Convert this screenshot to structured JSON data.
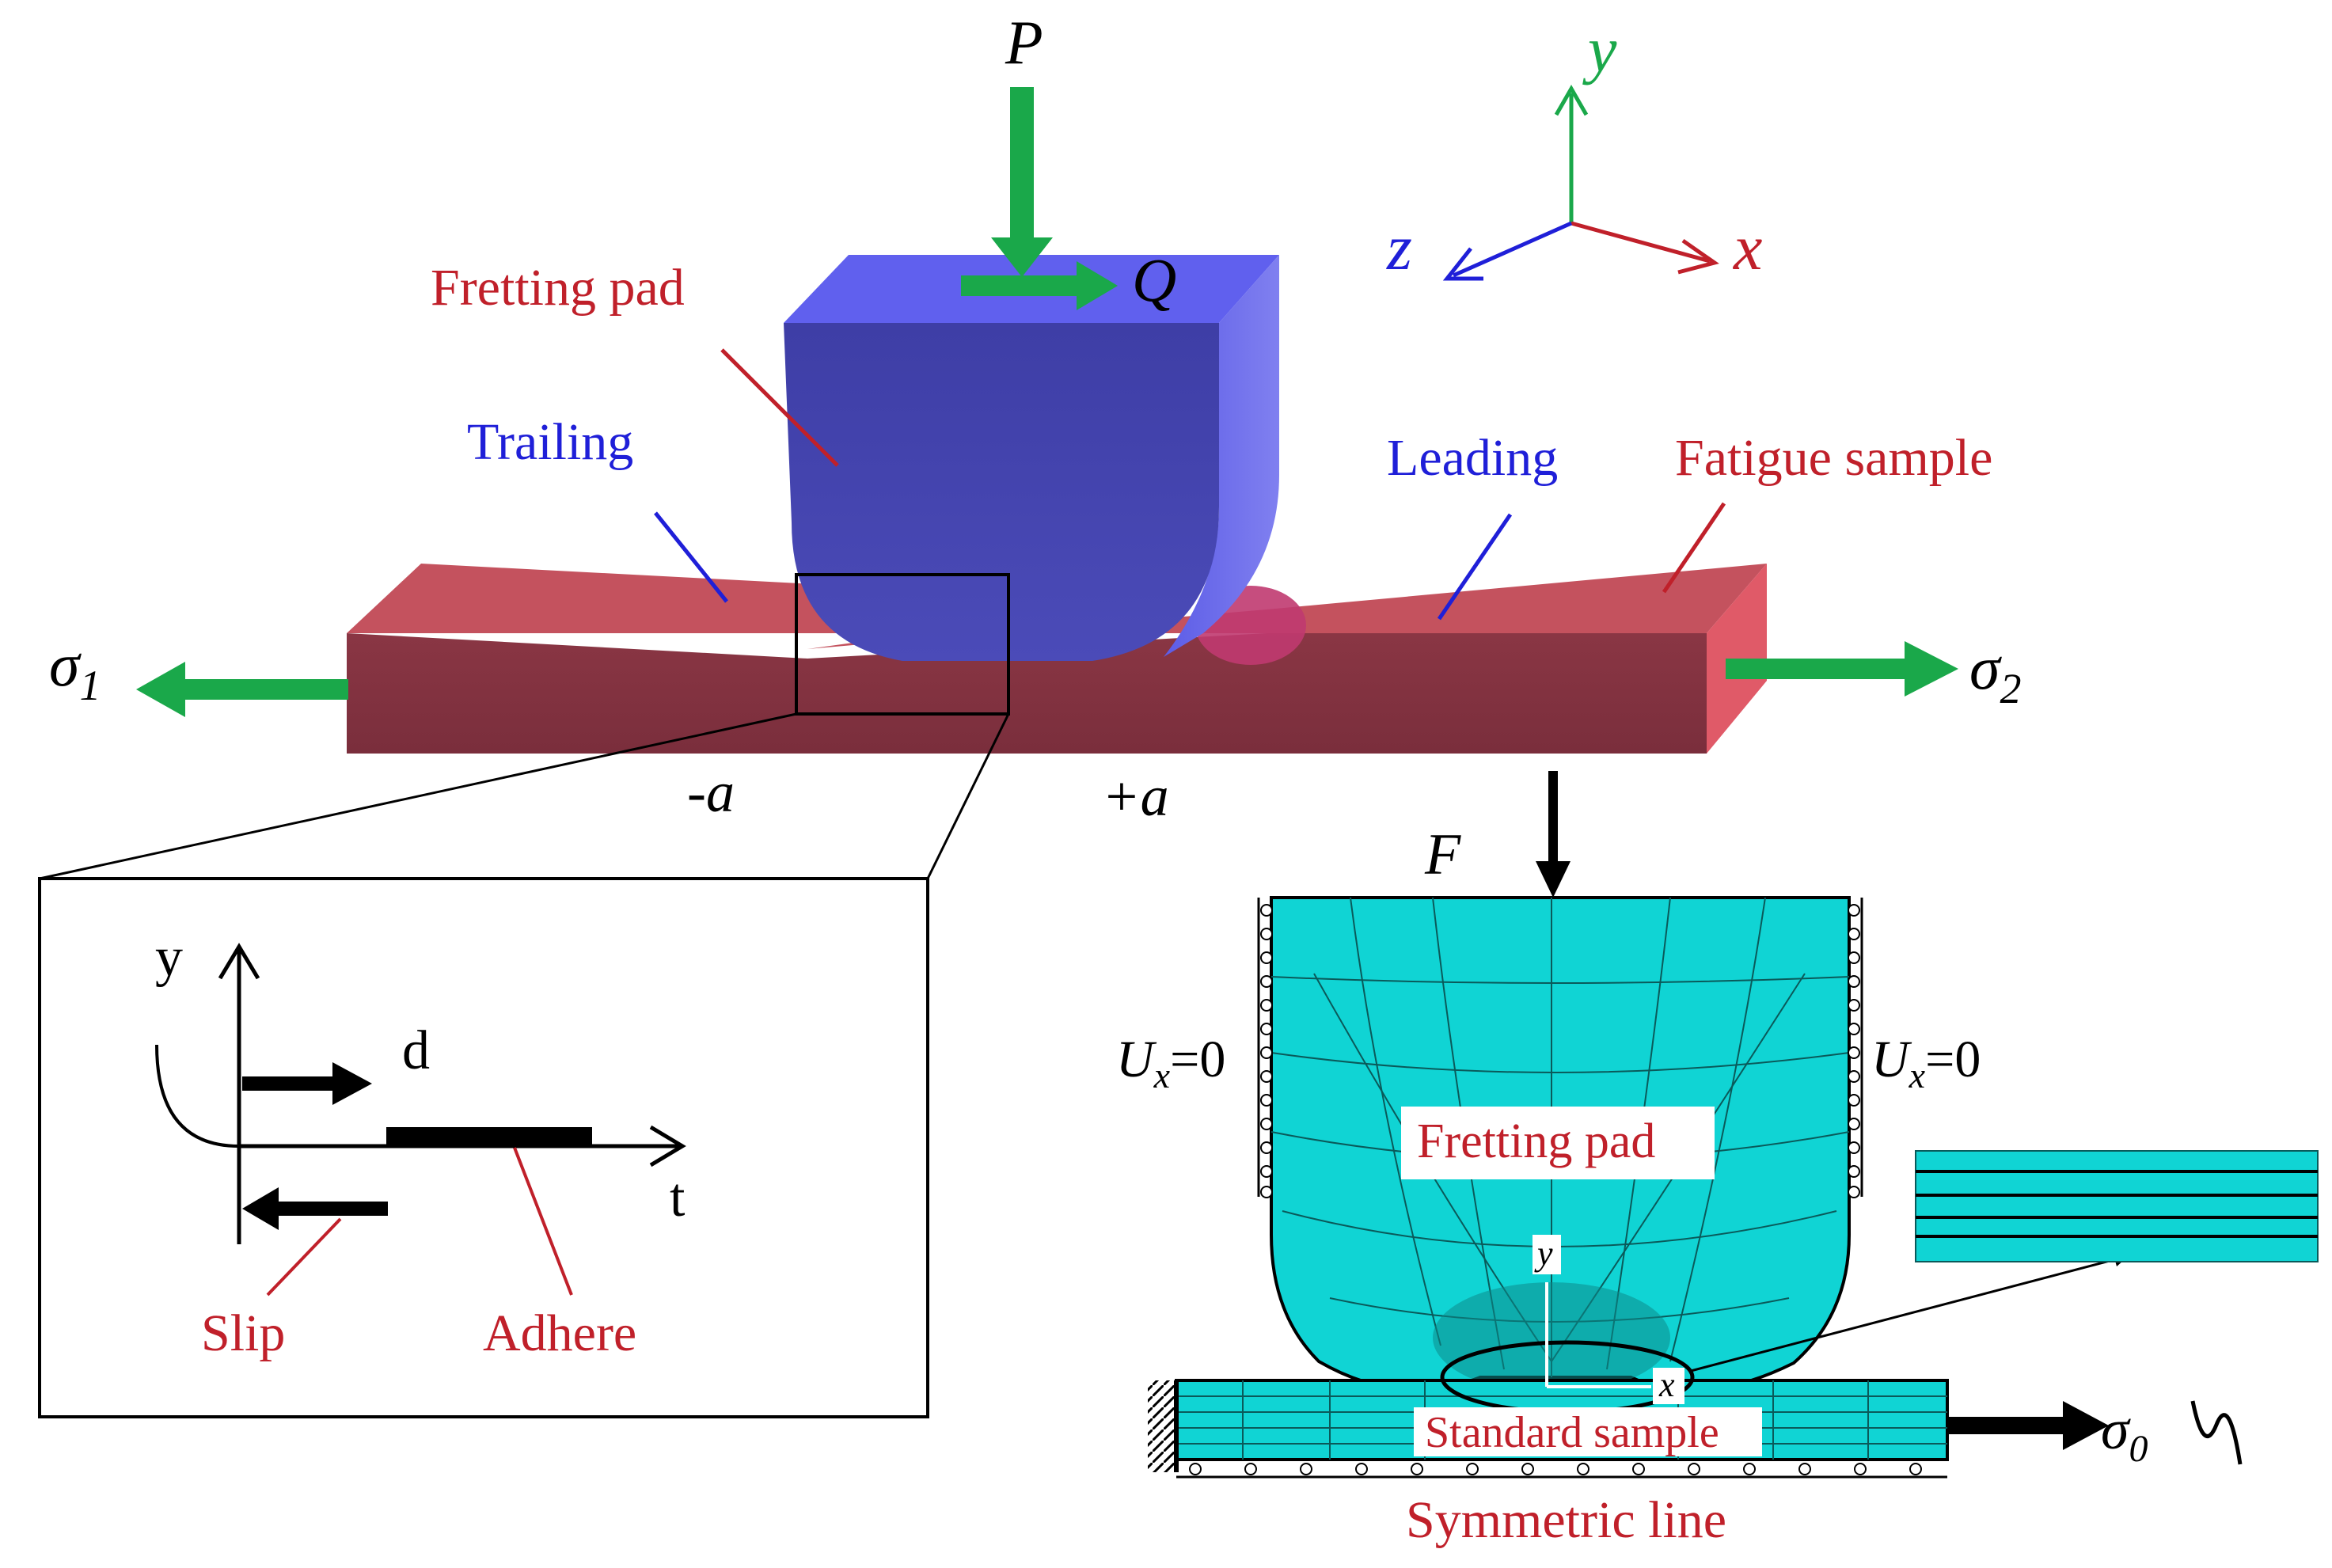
{
  "pad_top": {
    "force_p": "P",
    "force_q": "Q",
    "label_pad": "Fretting pad",
    "label_trailing": "Trailing",
    "label_leading": "Leading",
    "label_sample": "Fatigue sample",
    "sigma1": "σ",
    "sigma1_sub": "1",
    "sigma2": "σ",
    "sigma2_sub": "2",
    "minus_a": "-a",
    "plus_a": "+a"
  },
  "axes": {
    "x": "x",
    "y": "y",
    "z": "z"
  },
  "inset": {
    "y_label": "y",
    "t_label": "t",
    "d_label": "d",
    "slip": "Slip",
    "adhere": "Adhere"
  },
  "mesh": {
    "force_f": "F",
    "ux_left": "U",
    "ux_left_sub": "x",
    "ux_left_eq": "=0",
    "ux_right": "U",
    "ux_right_sub": "x",
    "ux_right_eq": "=0",
    "pad_label": "Fretting pad",
    "sample_label": "Standard sample",
    "local_y": "y",
    "local_x": "x",
    "sigma0": "σ",
    "sigma0_sub": "0",
    "symmetric": "Symmetric line"
  },
  "colors": {
    "pad_blue": "#4a4ad8",
    "sample_red": "#c0505e",
    "arrow_green": "#1aa84a",
    "label_red": "#c0202a",
    "label_blue": "#1f1fd8",
    "mesh_cyan": "#10d4d4"
  }
}
